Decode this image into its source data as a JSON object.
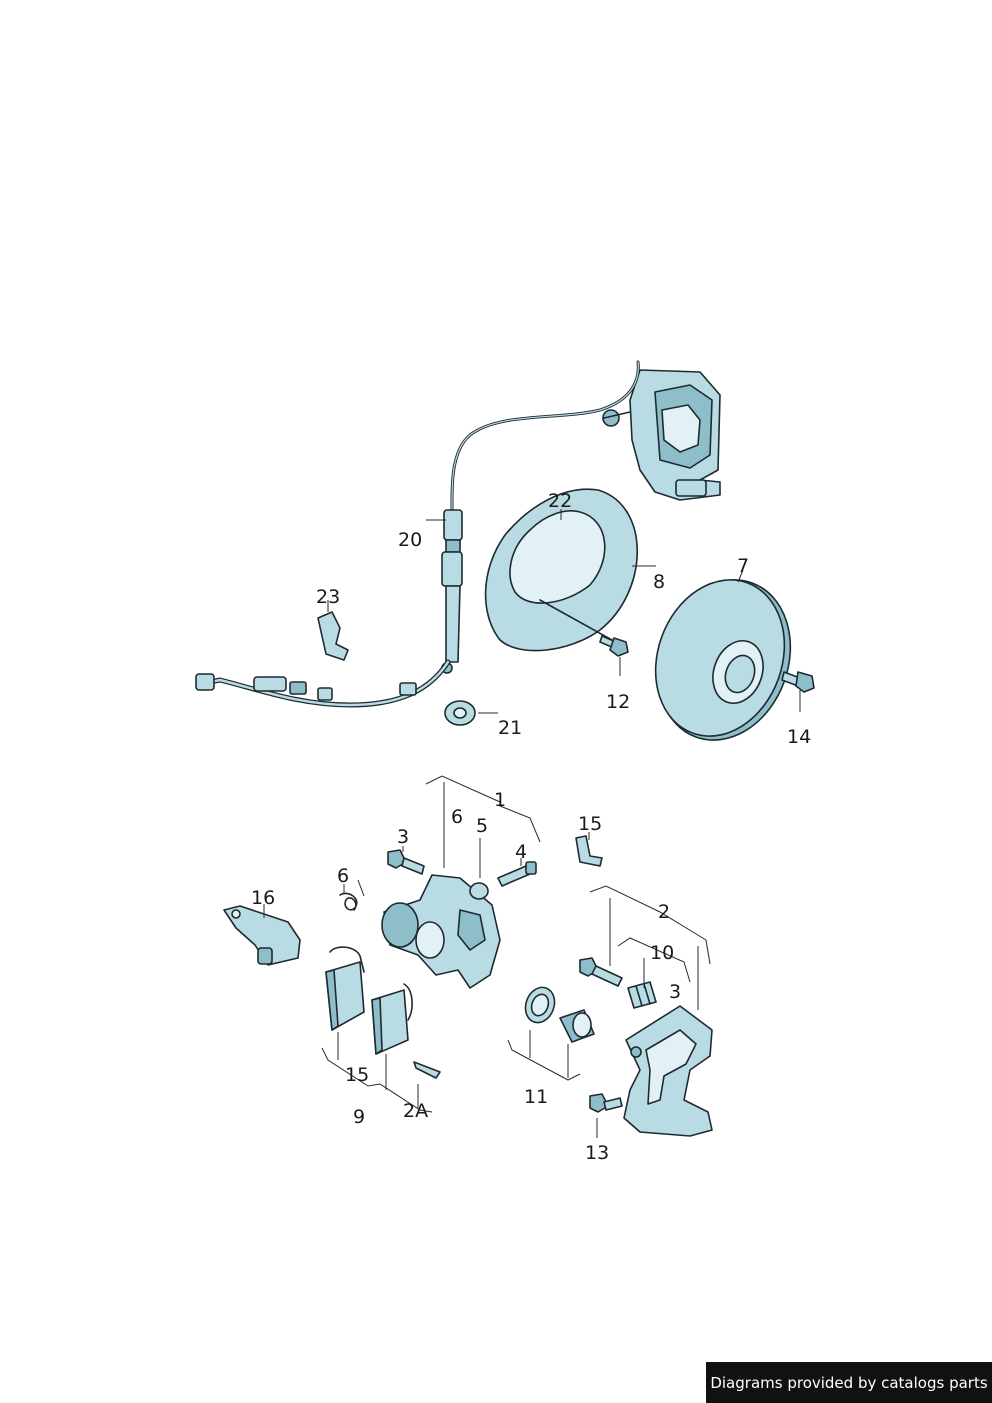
{
  "diagram": {
    "callouts": {
      "c1": "1",
      "c2": "2",
      "c2A": "2A",
      "c3a": "3",
      "c3b": "3",
      "c4": "4",
      "c5": "5",
      "c6a": "6",
      "c6b": "6",
      "c7": "7",
      "c8": "8",
      "c9": "9",
      "c10": "10",
      "c11": "11",
      "c12": "12",
      "c13": "13",
      "c14": "14",
      "c15a": "15",
      "c15b": "15",
      "c16": "16",
      "c20": "20",
      "c21": "21",
      "c22": "22",
      "c23": "23"
    },
    "part_fill": "#b9dbe4",
    "part_shade": "#8fbecb",
    "line_color": "#1e2a30"
  },
  "footer": {
    "credit": "Diagrams provided by catalogs parts"
  }
}
